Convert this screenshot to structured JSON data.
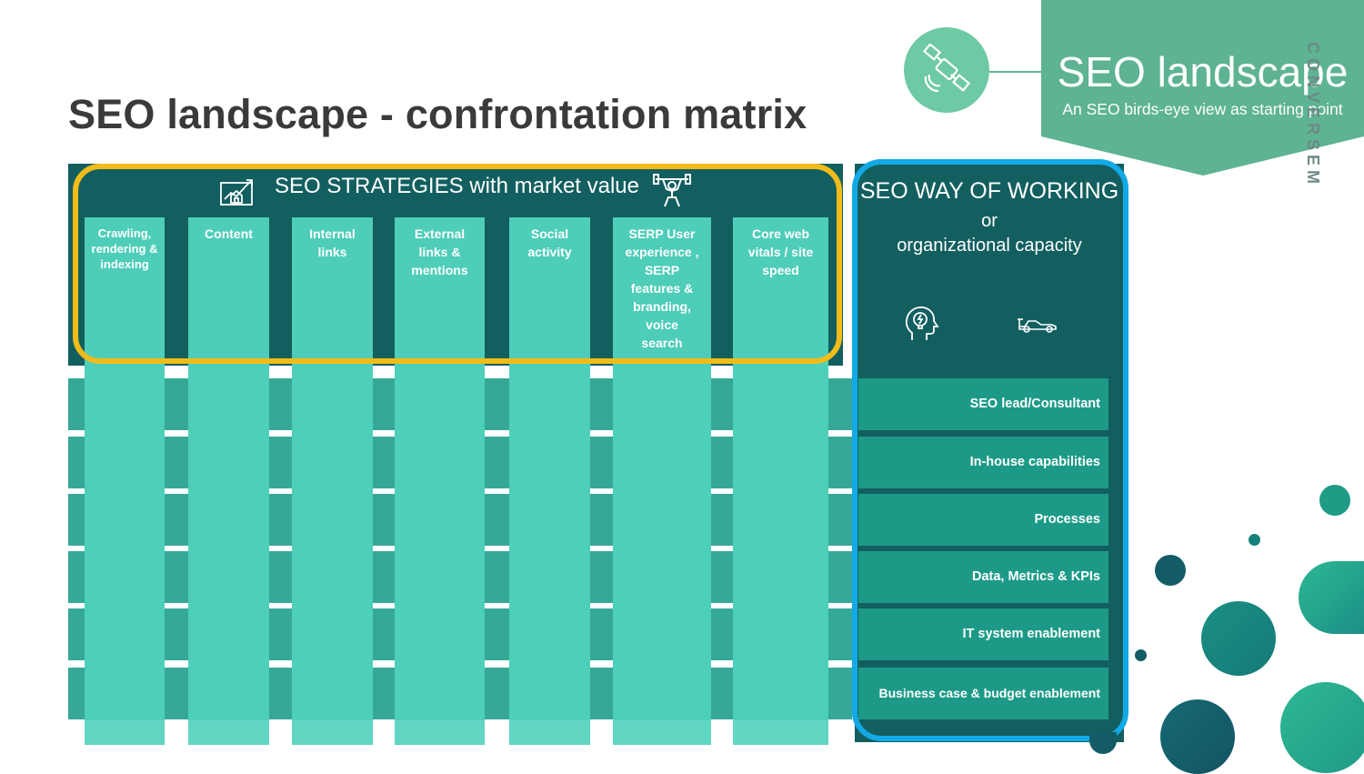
{
  "title": "SEO landscape - confrontation matrix",
  "banner": {
    "title": "SEO landscape",
    "subtitle": "An SEO birds-eye view as starting point",
    "brand": "CONVERSEM",
    "icon": "satellite-icon"
  },
  "strategies": {
    "header": "SEO STRATEGIES with market value",
    "left_icon": "house-chart-icon",
    "right_icon": "weightlifter-icon",
    "columns": [
      {
        "label": "Crawling, rendering & indexing"
      },
      {
        "label": "Content"
      },
      {
        "label": "Internal links"
      },
      {
        "label": "External links & mentions"
      },
      {
        "label": "Social activity"
      },
      {
        "label": "SERP User experience , SERP features & branding, voice search"
      },
      {
        "label": "Core web vitals / site speed"
      }
    ]
  },
  "way_of_working": {
    "title": "SEO WAY OF WORKING",
    "or": "or",
    "subtitle": "organizational capacity",
    "icons": [
      "head-lightbulb-icon",
      "racecar-icon"
    ],
    "rows": [
      {
        "label": "SEO lead/Consultant"
      },
      {
        "label": "In-house capabilities"
      },
      {
        "label": "Processes"
      },
      {
        "label": "Data, Metrics & KPIs"
      },
      {
        "label": "IT system enablement"
      },
      {
        "label": "Business case & budget enablement"
      }
    ]
  },
  "colors": {
    "dark_teal": "#135f60",
    "mint": "#4ecdb9",
    "band": "#36a897",
    "strategies_frame": "#f1bc1a",
    "wow_frame": "#12a9e6",
    "banner": "#5db392"
  }
}
